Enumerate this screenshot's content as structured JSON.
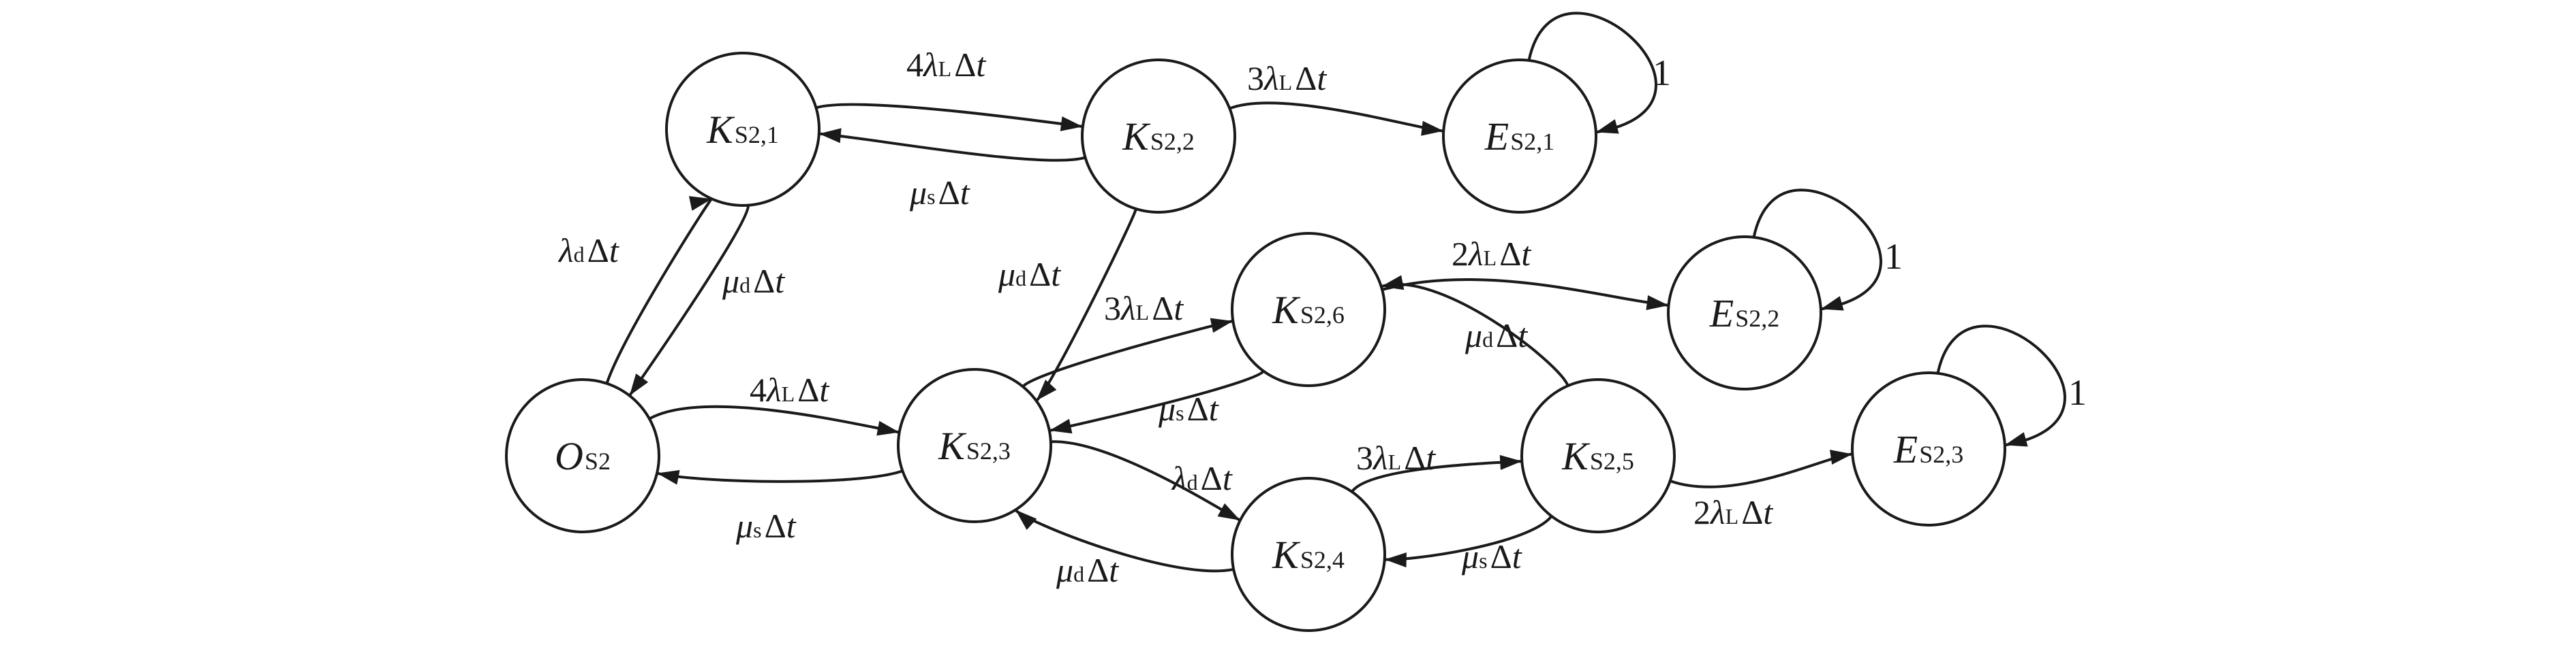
{
  "diagram": {
    "nodes": [
      {
        "id": "OS2",
        "main": "O",
        "sub": "S2"
      },
      {
        "id": "KS21",
        "main": "K",
        "sub": "S2,1"
      },
      {
        "id": "KS22",
        "main": "K",
        "sub": "S2,2"
      },
      {
        "id": "ES21",
        "main": "E",
        "sub": "S2,1"
      },
      {
        "id": "KS23",
        "main": "K",
        "sub": "S2,3"
      },
      {
        "id": "KS26",
        "main": "K",
        "sub": "S2,6"
      },
      {
        "id": "KS25",
        "main": "K",
        "sub": "S2,5"
      },
      {
        "id": "KS24",
        "main": "K",
        "sub": "S2,4"
      },
      {
        "id": "ES22",
        "main": "E",
        "sub": "S2,2"
      },
      {
        "id": "ES23",
        "main": "E",
        "sub": "S2,3"
      }
    ],
    "edges": [
      {
        "id": "OS2-KS21",
        "from": "OS2",
        "to": "KS21",
        "coef": "",
        "sym": "λ",
        "sub": "d",
        "tail": "Δt"
      },
      {
        "id": "KS21-OS2",
        "from": "KS21",
        "to": "OS2",
        "coef": "",
        "sym": "μ",
        "sub": "d",
        "tail": "Δt"
      },
      {
        "id": "KS21-KS22",
        "from": "KS21",
        "to": "KS22",
        "coef": "4",
        "sym": "λ",
        "sub": "L",
        "tail": "Δt"
      },
      {
        "id": "KS22-KS21",
        "from": "KS22",
        "to": "KS21",
        "coef": "",
        "sym": "μ",
        "sub": "s",
        "tail": "Δt"
      },
      {
        "id": "KS22-ES21",
        "from": "KS22",
        "to": "ES21",
        "coef": "3",
        "sym": "λ",
        "sub": "L",
        "tail": "Δt"
      },
      {
        "id": "KS22-KS23",
        "from": "KS22",
        "to": "KS23",
        "coef": "",
        "sym": "μ",
        "sub": "d",
        "tail": "Δt"
      },
      {
        "id": "OS2-KS23",
        "from": "OS2",
        "to": "KS23",
        "coef": "4",
        "sym": "λ",
        "sub": "L",
        "tail": "Δt"
      },
      {
        "id": "KS23-OS2",
        "from": "KS23",
        "to": "OS2",
        "coef": "",
        "sym": "μ",
        "sub": "s",
        "tail": "Δt"
      },
      {
        "id": "KS23-KS26",
        "from": "KS23",
        "to": "KS26",
        "coef": "3",
        "sym": "λ",
        "sub": "L",
        "tail": "Δt"
      },
      {
        "id": "KS26-KS23",
        "from": "KS26",
        "to": "KS23",
        "coef": "",
        "sym": "μ",
        "sub": "s",
        "tail": "Δt"
      },
      {
        "id": "KS26-ES22",
        "from": "KS26",
        "to": "ES22",
        "coef": "2",
        "sym": "λ",
        "sub": "L",
        "tail": "Δt"
      },
      {
        "id": "KS25-KS26",
        "from": "KS25",
        "to": "KS26",
        "coef": "",
        "sym": "μ",
        "sub": "d",
        "tail": "Δt"
      },
      {
        "id": "KS23-KS24",
        "from": "KS23",
        "to": "KS24",
        "coef": "",
        "sym": "λ",
        "sub": "d",
        "tail": "Δt"
      },
      {
        "id": "KS24-KS23",
        "from": "KS24",
        "to": "KS23",
        "coef": "",
        "sym": "μ",
        "sub": "d",
        "tail": "Δt"
      },
      {
        "id": "KS24-KS25",
        "from": "KS24",
        "to": "KS25",
        "coef": "3",
        "sym": "λ",
        "sub": "L",
        "tail": "Δt"
      },
      {
        "id": "KS25-KS24",
        "from": "KS25",
        "to": "KS24",
        "coef": "",
        "sym": "μ",
        "sub": "s",
        "tail": "Δt"
      },
      {
        "id": "KS25-ES23",
        "from": "KS25",
        "to": "ES23",
        "coef": "2",
        "sym": "λ",
        "sub": "L",
        "tail": "Δt"
      }
    ],
    "self_loops": [
      {
        "id": "ES21-loop",
        "node": "ES21",
        "label": "1"
      },
      {
        "id": "ES22-loop",
        "node": "ES22",
        "label": "1"
      },
      {
        "id": "ES23-loop",
        "node": "ES23",
        "label": "1"
      }
    ]
  }
}
